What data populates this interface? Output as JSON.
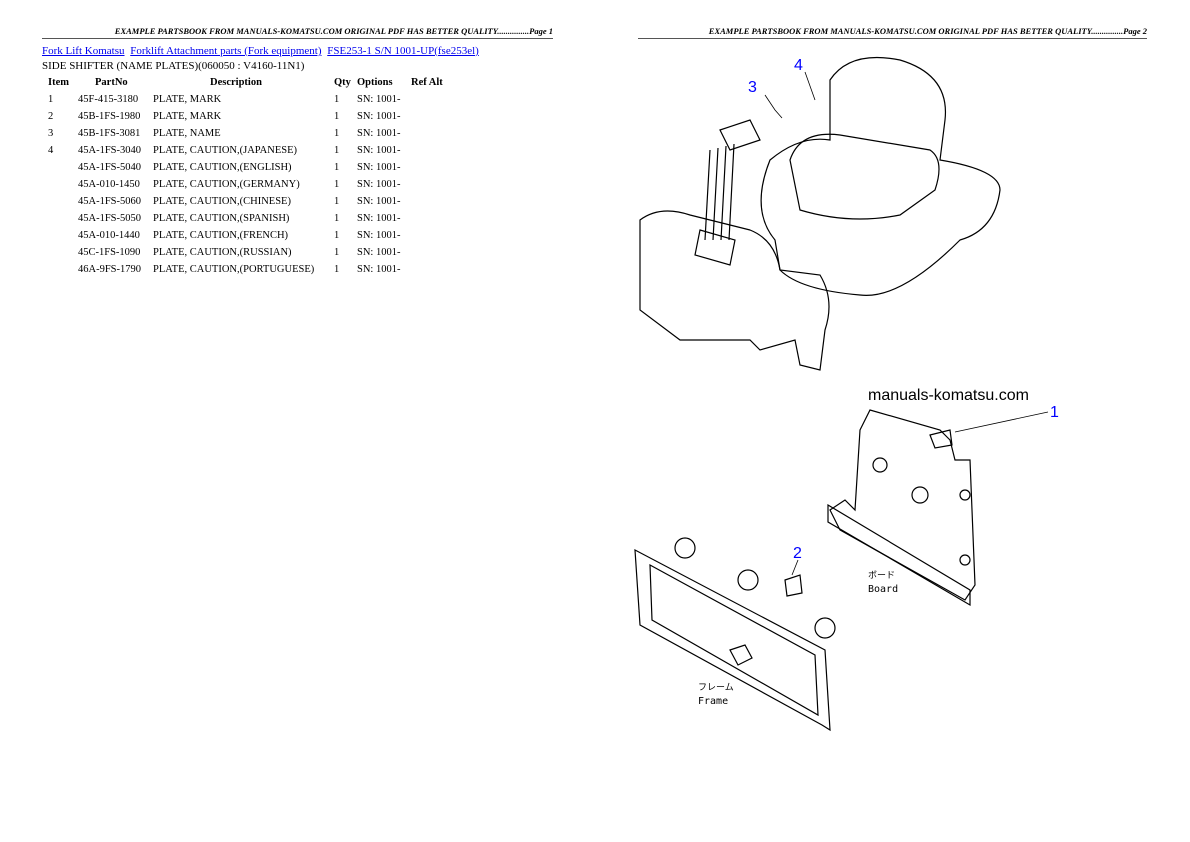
{
  "page1": {
    "header": "EXAMPLE PARTSBOOK FROM MANUALS-KOMATSU.COM ORIGINAL PDF HAS BETTER QUALITY...............Page 1",
    "breadcrumbs": [
      "Fork Lift Komatsu",
      "Forklift Attachment parts (Fork equipment)",
      "FSE253-1 S/N 1001-UP(fse253el)"
    ],
    "subtitle": "SIDE SHIFTER (NAME PLATES)(060050 : V4160-11N1)",
    "columns": {
      "item": "Item",
      "partno": "PartNo",
      "description": "Description",
      "qty": "Qty",
      "options": "Options",
      "refalt": "Ref Alt"
    },
    "rows": [
      {
        "item": "1",
        "partno": "45F-415-3180",
        "description": "PLATE, MARK",
        "qty": "1",
        "options": "SN: 1001-"
      },
      {
        "item": "2",
        "partno": "45B-1FS-1980",
        "description": "PLATE, MARK",
        "qty": "1",
        "options": "SN: 1001-"
      },
      {
        "item": "3",
        "partno": "45B-1FS-3081",
        "description": "PLATE, NAME",
        "qty": "1",
        "options": "SN: 1001-"
      },
      {
        "item": "4",
        "partno": "45A-1FS-3040",
        "description": "PLATE, CAUTION,(JAPANESE)",
        "qty": "1",
        "options": "SN: 1001-"
      },
      {
        "item": "",
        "partno": "45A-1FS-5040",
        "description": "PLATE, CAUTION,(ENGLISH)",
        "qty": "1",
        "options": "SN: 1001-"
      },
      {
        "item": "",
        "partno": "45A-010-1450",
        "description": "PLATE, CAUTION,(GERMANY)",
        "qty": "1",
        "options": "SN: 1001-"
      },
      {
        "item": "",
        "partno": "45A-1FS-5060",
        "description": "PLATE, CAUTION,(CHINESE)",
        "qty": "1",
        "options": "SN: 1001-"
      },
      {
        "item": "",
        "partno": "45A-1FS-5050",
        "description": "PLATE, CAUTION,(SPANISH)",
        "qty": "1",
        "options": "SN: 1001-"
      },
      {
        "item": "",
        "partno": "45A-010-1440",
        "description": "PLATE, CAUTION,(FRENCH)",
        "qty": "1",
        "options": "SN: 1001-"
      },
      {
        "item": "",
        "partno": "45C-1FS-1090",
        "description": "PLATE, CAUTION,(RUSSIAN)",
        "qty": "1",
        "options": "SN: 1001-"
      },
      {
        "item": "",
        "partno": "46A-9FS-1790",
        "description": "PLATE, CAUTION,(PORTUGUESE)",
        "qty": "1",
        "options": "SN: 1001-"
      }
    ]
  },
  "page2": {
    "header": "EXAMPLE PARTSBOOK FROM MANUALS-KOMATSU.COM ORIGINAL PDF HAS BETTER QUALITY...............Page 2",
    "watermark": "manuals-komatsu.com",
    "callouts": [
      "1",
      "2",
      "3",
      "4"
    ],
    "labels": {
      "board_jp": "ボード",
      "board": "Board",
      "frame_jp": "フレーム",
      "frame": "Frame"
    },
    "callout_color": "#0000ff"
  }
}
